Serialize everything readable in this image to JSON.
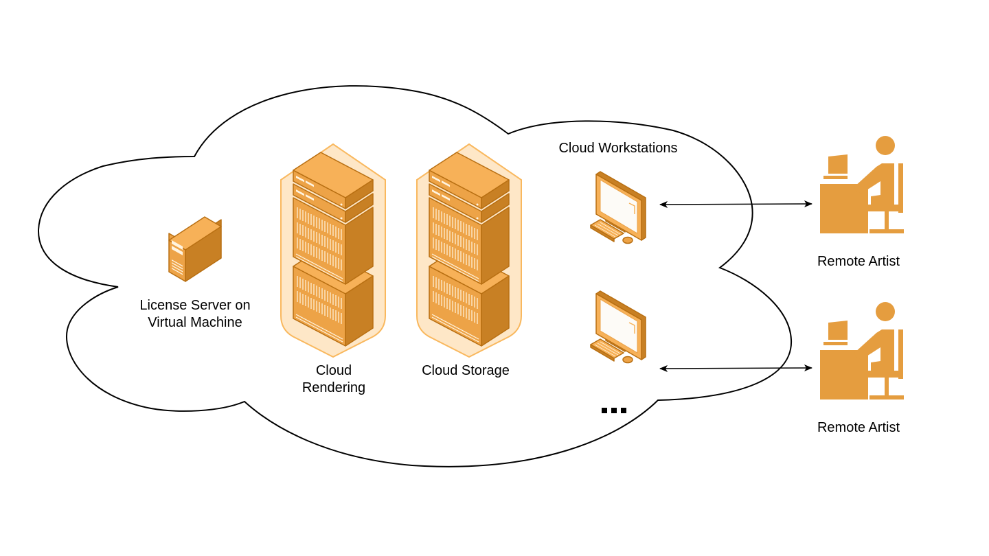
{
  "diagram": {
    "title": "Cloud rendering architecture with remote artists",
    "colors": {
      "orange_light": "#F7B158",
      "orange_mid": "#EDA347",
      "orange_dark": "#C88024",
      "orange_outline": "#B86F12",
      "halo_fill": "#FEE7C7",
      "halo_stroke": "#F9B85E",
      "artist": "#E59D3F",
      "screen": "#FDFBF7",
      "line": "#000000"
    },
    "cloud": {
      "label": ""
    },
    "nodes": {
      "license_server": {
        "label": "License Server on\nVirtual Machine",
        "icon": "tower-server-icon"
      },
      "cloud_rendering": {
        "label": "Cloud\nRendering",
        "icon": "server-rack-icon"
      },
      "cloud_storage": {
        "label": "Cloud Storage",
        "icon": "server-rack-icon"
      },
      "workstations_group": {
        "label": "Cloud Workstations"
      },
      "workstation_1": {
        "icon": "desktop-computer-icon"
      },
      "workstation_2": {
        "icon": "desktop-computer-icon"
      },
      "more_indicator": {
        "label": "..."
      },
      "remote_artist_1": {
        "label": "Remote Artist",
        "icon": "person-at-desk-icon"
      },
      "remote_artist_2": {
        "label": "Remote Artist",
        "icon": "person-at-desk-icon"
      }
    },
    "edges": [
      {
        "from": "workstation_1",
        "to": "remote_artist_1",
        "style": "bidirectional-arrow"
      },
      {
        "from": "workstation_2",
        "to": "remote_artist_2",
        "style": "bidirectional-arrow"
      }
    ]
  }
}
